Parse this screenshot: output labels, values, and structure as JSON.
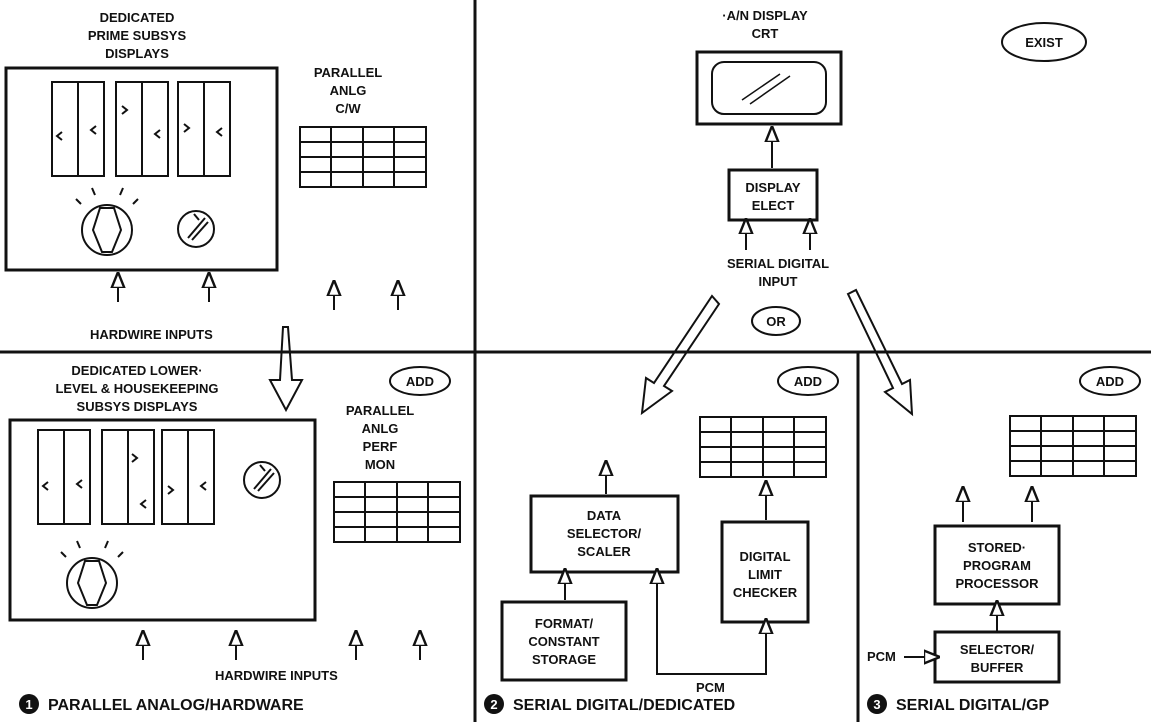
{
  "status_ovals": {
    "exist": "EXIST",
    "add": "ADD",
    "or": "OR"
  },
  "left_top": {
    "title_lines": [
      "DEDICATED",
      "PRIME SUBSYS",
      "DISPLAYS"
    ],
    "cw_label_lines": [
      "PARALLEL",
      "ANLG",
      "C/W"
    ],
    "inputs_label": "HARDWIRE INPUTS"
  },
  "left_bottom": {
    "title_lines": [
      "DEDICATED LOWER·",
      "LEVEL & HOUSEKEEPING",
      "SUBSYS DISPLAYS"
    ],
    "perf_label_lines": [
      "PARALLEL",
      "ANLG",
      "PERF",
      "MON"
    ],
    "inputs_label": "HARDWIRE INPUTS",
    "caption_number": "1",
    "caption": "PARALLEL ANALOG/HARDWARE"
  },
  "center_top": {
    "crt_label_lines": [
      "·A/N DISPLAY",
      "CRT"
    ],
    "display_elect_lines": [
      "DISPLAY",
      "ELECT"
    ],
    "serial_input_lines": [
      "SERIAL DIGITAL",
      "INPUT"
    ]
  },
  "center_bottom": {
    "data_selector_lines": [
      "DATA",
      "SELECTOR/",
      "SCALER"
    ],
    "limit_checker_lines": [
      "DIGITAL",
      "LIMIT",
      "CHECKER"
    ],
    "format_storage_lines": [
      "FORMAT/",
      "CONSTANT",
      "STORAGE"
    ],
    "pcm_label": "PCM",
    "caption_number": "2",
    "caption": "SERIAL DIGITAL/DEDICATED"
  },
  "right_bottom": {
    "processor_lines": [
      "STORED·",
      "PROGRAM",
      "PROCESSOR"
    ],
    "buffer_lines": [
      "SELECTOR/",
      "BUFFER"
    ],
    "pcm_label": "PCM",
    "caption_number": "3",
    "caption": "SERIAL DIGITAL/GP"
  }
}
